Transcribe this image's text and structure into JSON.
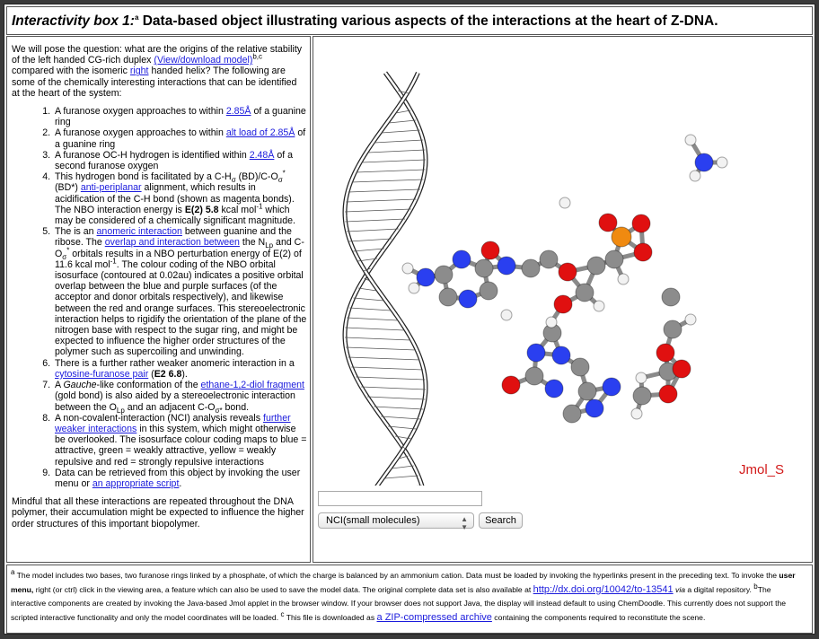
{
  "title": {
    "italic": "Interactivity box 1:",
    "sup": "a",
    "text": " Data-based object illustrating various aspects of the interactions at the heart of Z-DNA."
  },
  "intro": [
    {
      "t": "We will pose the question: what are the origins of the relative stability of the left handed CG-rich duplex "
    },
    {
      "t": "(View/download model)",
      "type": "link"
    },
    {
      "t": "b,c",
      "type": "sup"
    },
    {
      "t": " compared with the isomeric "
    },
    {
      "t": "right",
      "type": "link"
    },
    {
      "t": " handed helix? The following are some of the chemically interesting interactions that can be identified at the heart of the system:"
    }
  ],
  "items": [
    [
      {
        "t": "A furanose oxygen approaches to within "
      },
      {
        "t": "2.85Å",
        "type": "link"
      },
      {
        "t": " of a guanine ring"
      }
    ],
    [
      {
        "t": "A furanose oxygen approaches to within "
      },
      {
        "t": "alt load of 2.85Å",
        "type": "link"
      },
      {
        "t": " of a guanine ring"
      }
    ],
    [
      {
        "t": "A furanose OC-H hydrogen is identified within "
      },
      {
        "t": "2.48Å",
        "type": "link"
      },
      {
        "t": " of a second furanose oxygen"
      }
    ],
    [
      {
        "t": "This hydrogen bond is facilitated by a C-H"
      },
      {
        "t": "σ",
        "type": "sub"
      },
      {
        "t": " (BD)/C-O"
      },
      {
        "t": "σ",
        "type": "sub"
      },
      {
        "t": "*",
        "type": "sup"
      },
      {
        "t": " (BD*) "
      },
      {
        "t": "anti-periplanar",
        "type": "link"
      },
      {
        "t": " alignment, which results in acidification of the C-H bond (shown as magenta bonds). The NBO interaction energy is "
      },
      {
        "t": "E(2) 5.8",
        "type": "b"
      },
      {
        "t": " kcal mol"
      },
      {
        "t": "-1",
        "type": "sup"
      },
      {
        "t": " which may be considered of a chemically significant magnitude."
      }
    ],
    [
      {
        "t": "The is an "
      },
      {
        "t": "anomeric interaction",
        "type": "link"
      },
      {
        "t": " between guanine and the ribose. The "
      },
      {
        "t": "overlap and interaction between",
        "type": "link"
      },
      {
        "t": " the N"
      },
      {
        "t": "Lp",
        "type": "sub"
      },
      {
        "t": " and C-O"
      },
      {
        "t": "σ",
        "type": "sub"
      },
      {
        "t": "*",
        "type": "sup"
      },
      {
        "t": " orbitals results in a NBO perturbation energy of E(2) of 11.6 kcal mol"
      },
      {
        "t": "-1",
        "type": "sup"
      },
      {
        "t": ". The colour coding of the NBO orbital isosurface (contoured at 0.02au) indicates a positive orbital overlap between the blue and purple surfaces (of the acceptor and donor orbitals respectively), and likewise between the red and orange surfaces. This stereoelectronic interaction helps to rigidify the orientation of the plane of the nitrogen base with respect to the sugar ring, and might be expected to influence the higher order structures of the polymer such as supercoiling and unwinding."
      }
    ],
    [
      {
        "t": "There is a further rather weaker anomeric interaction in a "
      },
      {
        "t": "cytosine-furanose pair",
        "type": "link"
      },
      {
        "t": " ("
      },
      {
        "t": "E2 6.8",
        "type": "b"
      },
      {
        "t": ")."
      }
    ],
    [
      {
        "t": "A "
      },
      {
        "t": "Gauche",
        "type": "i"
      },
      {
        "t": "-like conformation of the "
      },
      {
        "t": "ethane-1,2-diol fragment",
        "type": "link"
      },
      {
        "t": " (gold bond) is also aided by a stereoelectronic interaction between the O"
      },
      {
        "t": "Lp",
        "type": "sub"
      },
      {
        "t": " and an adjacent C-O"
      },
      {
        "t": "σ*",
        "type": "sub"
      },
      {
        "t": " bond."
      }
    ],
    [
      {
        "t": "A non-covalent-interaction (NCI) analysis reveals "
      },
      {
        "t": "further weaker interactions",
        "type": "link"
      },
      {
        "t": " in this system, which might otherwise be overlooked. The isosurface colour coding maps to blue = attractive, green = weakly attractive, yellow = weakly repulsive and red = strongly repulsive interactions"
      }
    ],
    [
      {
        "t": "Data can be retrieved from this object by invoking the user menu or "
      },
      {
        "t": "an appropriate script",
        "type": "link"
      },
      {
        "t": "."
      }
    ]
  ],
  "outro": [
    {
      "t": "Mindful that all these interactions are repeated throughout the DNA polymer, their accumulation might be expected to influence the higher order structures of this important biopolymer."
    }
  ],
  "viewer": {
    "label": "Jmol_S",
    "search_value": "",
    "database_select": "NCI(small molecules)",
    "search_button": "Search"
  },
  "footnotes": [
    {
      "t": "a",
      "type": "sup"
    },
    {
      "t": " The model includes two bases, two furanose rings linked by a phosphate, of which the charge is balanced by an ammonium cation. Data must be loaded by invoking the hyperlinks present in the preceding text. To invoke the "
    },
    {
      "t": "user menu,",
      "type": "b"
    },
    {
      "t": " right (or ctrl) click in the viewing area, a feature which can also be used to save the model data. The original complete data set is also available at "
    },
    {
      "t": "http://dx.doi.org/10042/to-13541",
      "type": "link"
    },
    {
      "t": " "
    },
    {
      "t": "via",
      "type": "i"
    },
    {
      "t": " a digital repository. "
    },
    {
      "t": "b",
      "type": "sup"
    },
    {
      "t": "The interactive components are created by invoking the Java-based Jmol applet in the browser window. If your browser does not support Java, the display will instead default to using ChemDoodle. This currently does not support the scripted interactive functionality and only the model coordinates will be loaded. "
    },
    {
      "t": "c",
      "type": "sup"
    },
    {
      "t": " This file is downloaded as "
    },
    {
      "t": "a ZIP-compressed archive",
      "type": "link"
    },
    {
      "t": " containing the components required to reconstitute the scene."
    }
  ],
  "colors": {
    "link": "#1a1adc",
    "carbon": "#8c8c8c",
    "oxygen": "#e01010",
    "nitrogen": "#2a3ff0",
    "phosphorus": "#f08a10",
    "hydrogen": "#f2f2f2",
    "jmol_label": "#d21a1a"
  }
}
